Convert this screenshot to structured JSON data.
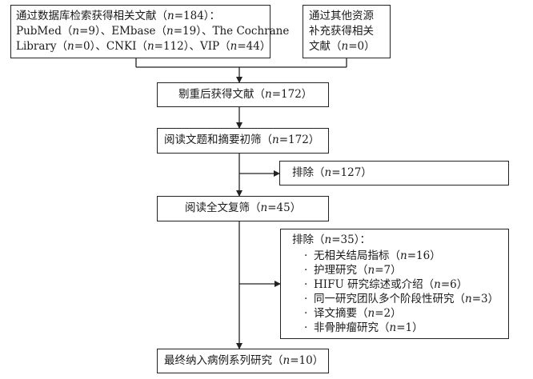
{
  "flow": {
    "db_search": {
      "line1_pre": "通过数据库检索获得相关文献（",
      "line1_n": "n",
      "line1_post": "=184）：",
      "line2_a": "PubMed（",
      "line2_n1": "n",
      "line2_b": "=9）、EMbase（",
      "line2_n2": "n",
      "line2_c": "=19）、The Cochrane",
      "line3_a": "Library（",
      "line3_n1": "n",
      "line3_b": "=0）、CNKI（",
      "line3_n2": "n",
      "line3_c": "=112）、VIP（",
      "line3_n3": "n",
      "line3_d": "=44）"
    },
    "other_sources": {
      "line1": "通过其他资源",
      "line2": "补充获得相关",
      "line3_pre": "文献（",
      "line3_n": "n",
      "line3_post": "=0）"
    },
    "dedup": {
      "pre": "剔重后获得文献（",
      "n": "n",
      "post": "=172）"
    },
    "screen": {
      "pre": "阅读文题和摘要初筛（",
      "n": "n",
      "post": "=172）"
    },
    "exclude1": {
      "pre": "排除（",
      "n": "n",
      "post": "=127）"
    },
    "fulltext": {
      "pre": "阅读全文复筛（",
      "n": "n",
      "post": "=45）"
    },
    "exclude2": {
      "title_pre": "排除（",
      "title_n": "n",
      "title_post": "=35）：",
      "bullet": "·",
      "items": [
        {
          "pre": "无相关结局指标（",
          "n": "n",
          "post": "=16）"
        },
        {
          "pre": "护理研究（",
          "n": "n",
          "post": "=7）"
        },
        {
          "pre": "HIFU 研究综述或介绍（",
          "n": "n",
          "post": "=6）"
        },
        {
          "pre": "同一研究团队多个阶段性研究（",
          "n": "n",
          "post": "=3）"
        },
        {
          "pre": "译文摘要（",
          "n": "n",
          "post": "=2）"
        },
        {
          "pre": "非骨肿瘤研究（",
          "n": "n",
          "post": "=1）"
        }
      ]
    },
    "final": {
      "pre": "最终纳入病例系列研究（",
      "n": "n",
      "post": "=10）"
    }
  }
}
